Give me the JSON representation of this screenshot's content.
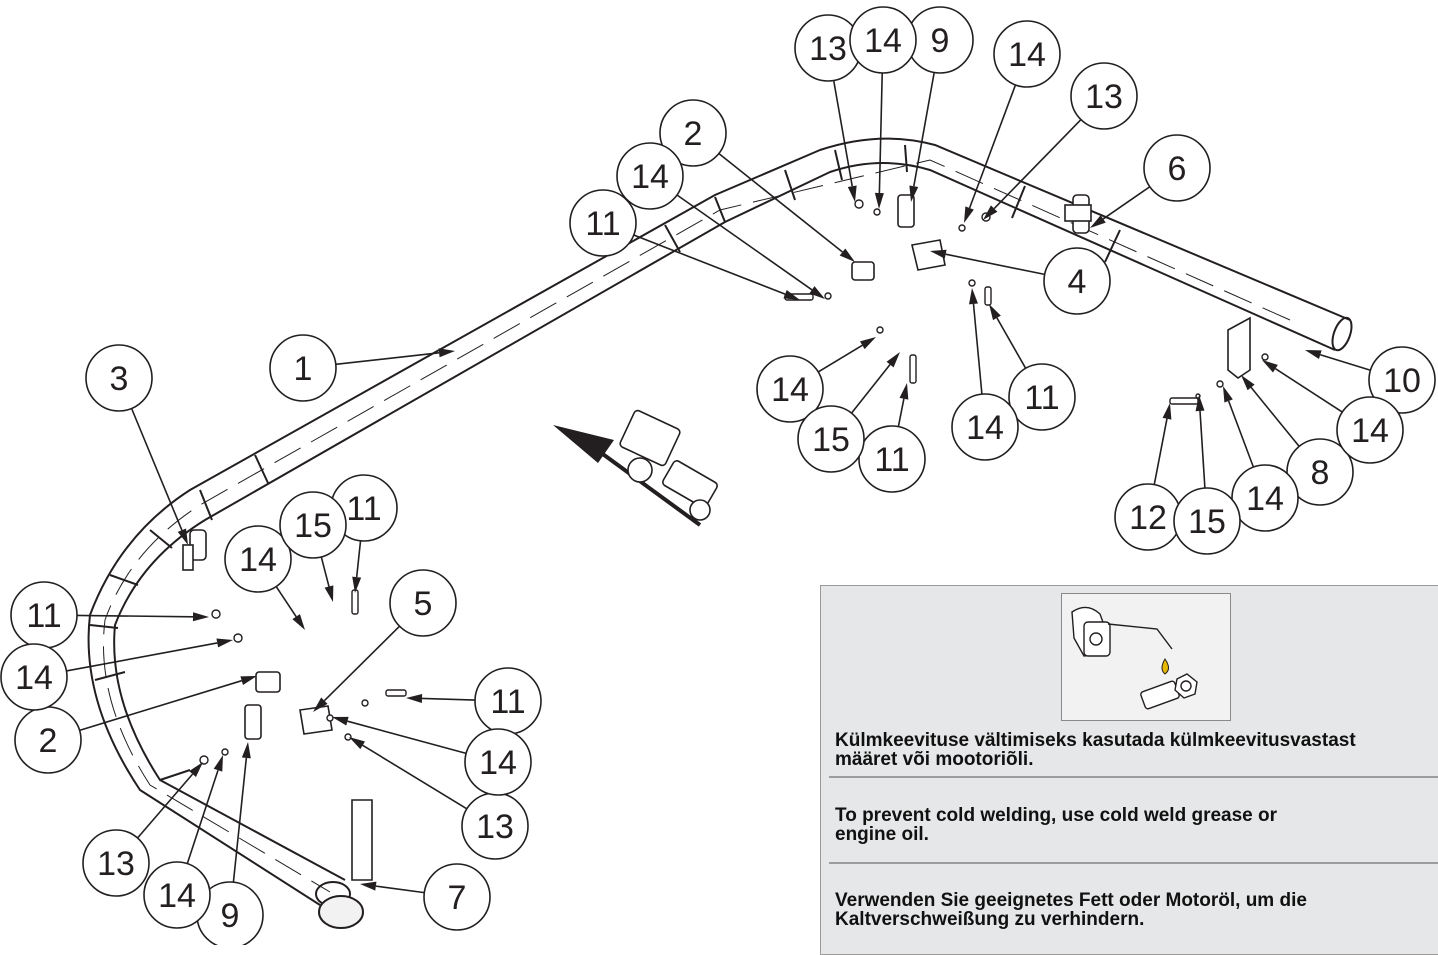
{
  "diagram": {
    "callouts": [
      "1",
      "2",
      "2",
      "3",
      "4",
      "5",
      "6",
      "7",
      "8",
      "9",
      "9",
      "10",
      "11",
      "11",
      "11",
      "11",
      "11",
      "11",
      "12",
      "13",
      "13",
      "13",
      "13",
      "14",
      "14",
      "14",
      "14",
      "14",
      "14",
      "14",
      "14",
      "14",
      "14",
      "14",
      "15",
      "15",
      "15"
    ]
  },
  "note": {
    "icon_name": "oil-can-bolt-lubrication-icon",
    "lines": [
      "Külmkeevituse vältimiseks kasutada külmkeevitusvastast\nmääret või mootoriõli.",
      "To prevent cold welding, use cold weld grease or\nengine oil.",
      "Verwenden Sie geeignetes Fett oder Motoröl, um die\nKaltverschweißung zu verhindern."
    ]
  }
}
